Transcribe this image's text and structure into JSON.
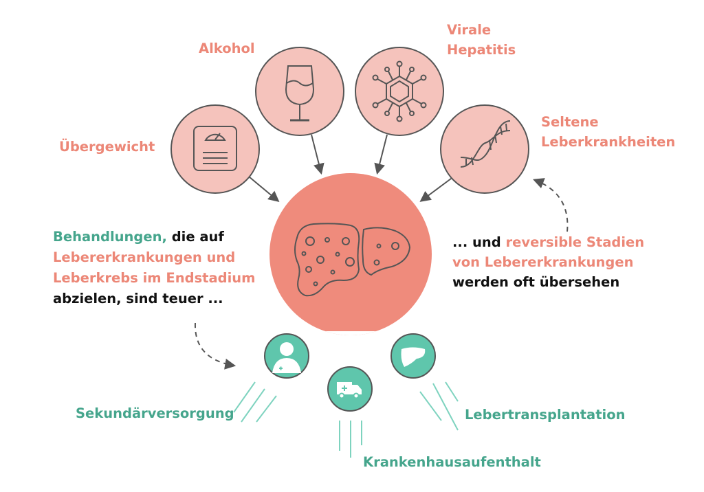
{
  "causes": {
    "overweight": "Übergewicht",
    "alcohol": "Alkohol",
    "hepatitis_line1": "Virale",
    "hepatitis_line2": "Hepatitis",
    "rare_line1": "Seltene",
    "rare_line2": "Leberkrankheiten"
  },
  "left_text": {
    "l1_a": "Behandlungen,",
    "l1_b": "die auf",
    "l2": "Lebererkrankungen und",
    "l3": "Leberkrebs im Endstadium",
    "l4": "abzielen, sind teuer ..."
  },
  "right_text": {
    "l1_a": "... und",
    "l1_b": "reversible Stadien",
    "l2": "von Lebererkrankungen",
    "l3": "werden oft übersehen"
  },
  "outcomes": {
    "secondary_care": "Sekundärversorgung",
    "hospital": "Krankenhausaufenthalt",
    "transplant": "Lebertransplantation"
  },
  "colors": {
    "pink_circle": "#f5c3bc",
    "liver_circle": "#ef8b7c",
    "teal_circle": "#5fc6ac",
    "pink_text": "#ec8777",
    "teal_text": "#45a58c"
  }
}
